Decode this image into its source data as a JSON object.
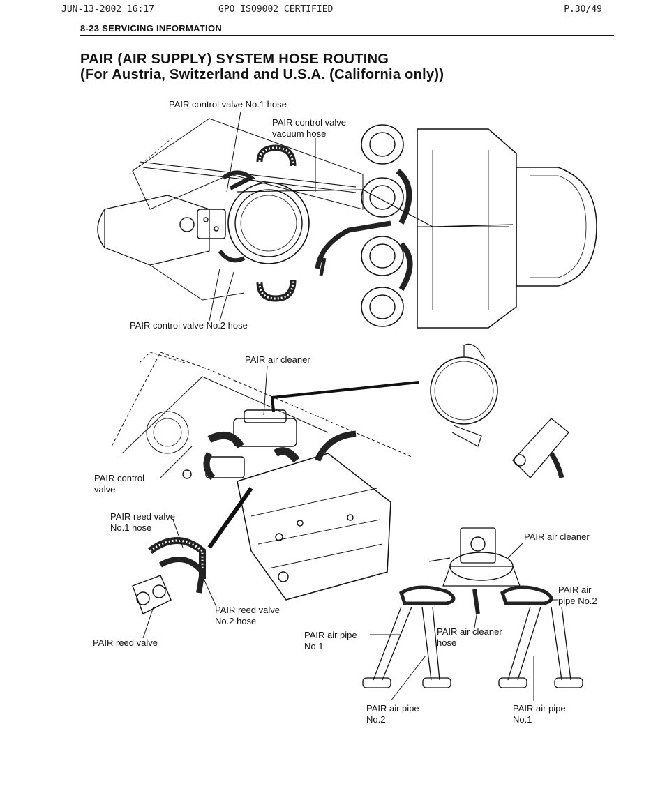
{
  "fax_header": {
    "date_time": "JUN-13-2002  16:17",
    "certification": "GPO ISO9002 CERTIFIED",
    "page": "P.30/49"
  },
  "section": {
    "label": "8-23  SERVICING INFORMATION"
  },
  "title": {
    "line1": "PAIR (AIR SUPPLY) SYSTEM HOSE ROUTING",
    "line2": "(For Austria, Switzerland and U.S.A. (California only))"
  },
  "labels": {
    "control_valve_no1_hose": "PAIR control valve No.1 hose",
    "control_valve_vacuum_hose_1": "PAIR control valve",
    "control_valve_vacuum_hose_2": "vacuum hose",
    "control_valve_no2_hose": "PAIR control valve No.2 hose",
    "air_cleaner_top": "PAIR air cleaner",
    "control_valve_1": "PAIR control",
    "control_valve_2": "valve",
    "reed_valve_no1_hose_1": "PAIR reed valve",
    "reed_valve_no1_hose_2": "No.1 hose",
    "reed_valve_no2_hose_1": "PAIR reed valve",
    "reed_valve_no2_hose_2": "No.2 hose",
    "reed_valve": "PAIR reed valve",
    "air_cleaner_right": "PAIR air cleaner",
    "air_pipe_no2_right_1": "PAIR air",
    "air_pipe_no2_right_2": "pipe No.2",
    "air_cleaner_hose_1": "PAIR air cleaner",
    "air_cleaner_hose_2": "hose",
    "air_pipe_no1_left_1": "PAIR air pipe",
    "air_pipe_no1_left_2": "No.1",
    "air_pipe_no2_bottom_1": "PAIR air pipe",
    "air_pipe_no2_bottom_2": "No.2",
    "air_pipe_no1_bottom_1": "PAIR air pipe",
    "air_pipe_no1_bottom_2": "No.1"
  }
}
